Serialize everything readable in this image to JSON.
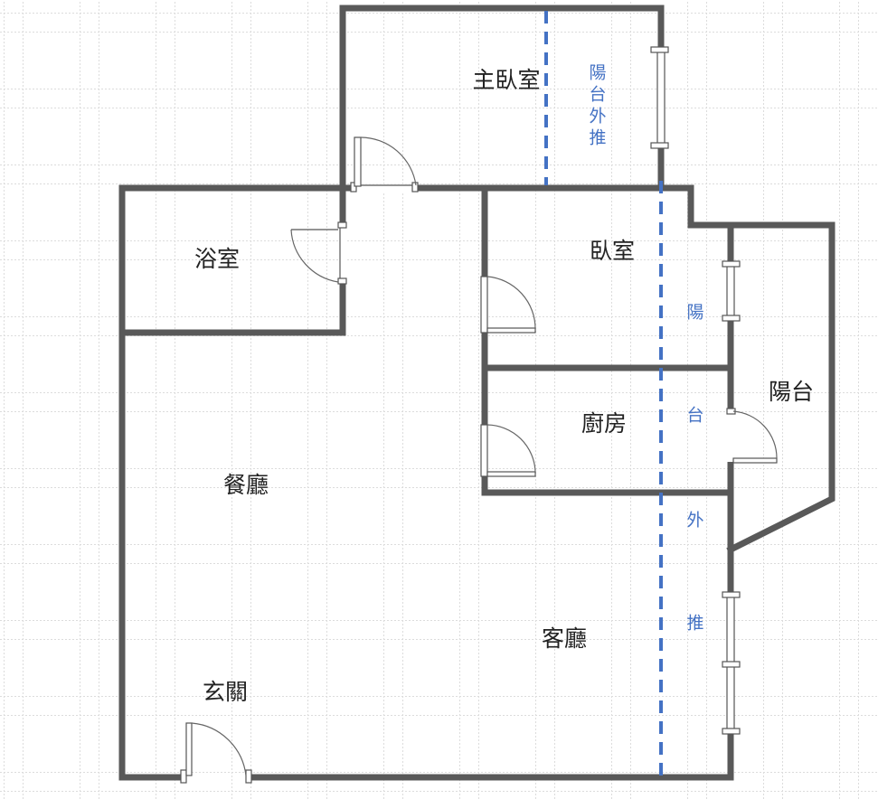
{
  "rooms": {
    "master_bedroom": "主臥室",
    "bathroom": "浴室",
    "bedroom": "臥室",
    "kitchen": "廚房",
    "balcony": "陽台",
    "dining": "餐廳",
    "living": "客廳",
    "entrance": "玄關"
  },
  "notes": {
    "top": [
      "陽",
      "台",
      "外",
      "推"
    ],
    "right": [
      "陽",
      "台",
      "外",
      "推"
    ]
  },
  "colors": {
    "wall": "#595959",
    "annotation": "#4472c4",
    "grid": "#dcdcdc"
  }
}
